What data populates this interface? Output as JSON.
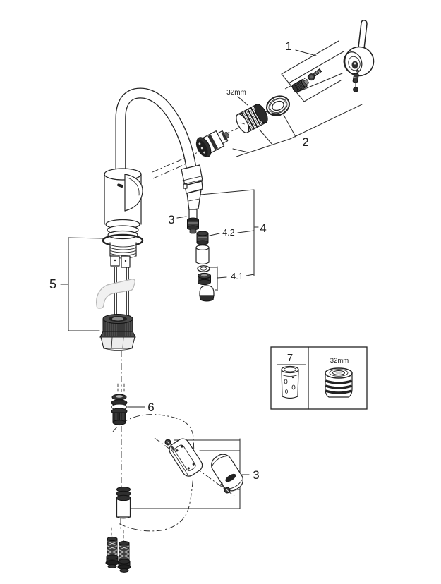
{
  "diagram": {
    "type": "exploded-parts-diagram",
    "subject": "pull-out kitchen faucet",
    "background": "#ffffff",
    "ink_color": "#222222",
    "callouts": {
      "c1": "1",
      "c2": "2",
      "c3_hose": "3",
      "c4": "4",
      "c4_1": "4.1",
      "c4_2": "4.2",
      "c5": "5",
      "c6": "6",
      "c3_weight": "3",
      "c7": "7"
    },
    "annotations": {
      "mousseur_size": "32mm",
      "inset_mousseur_size": "32mm"
    }
  }
}
